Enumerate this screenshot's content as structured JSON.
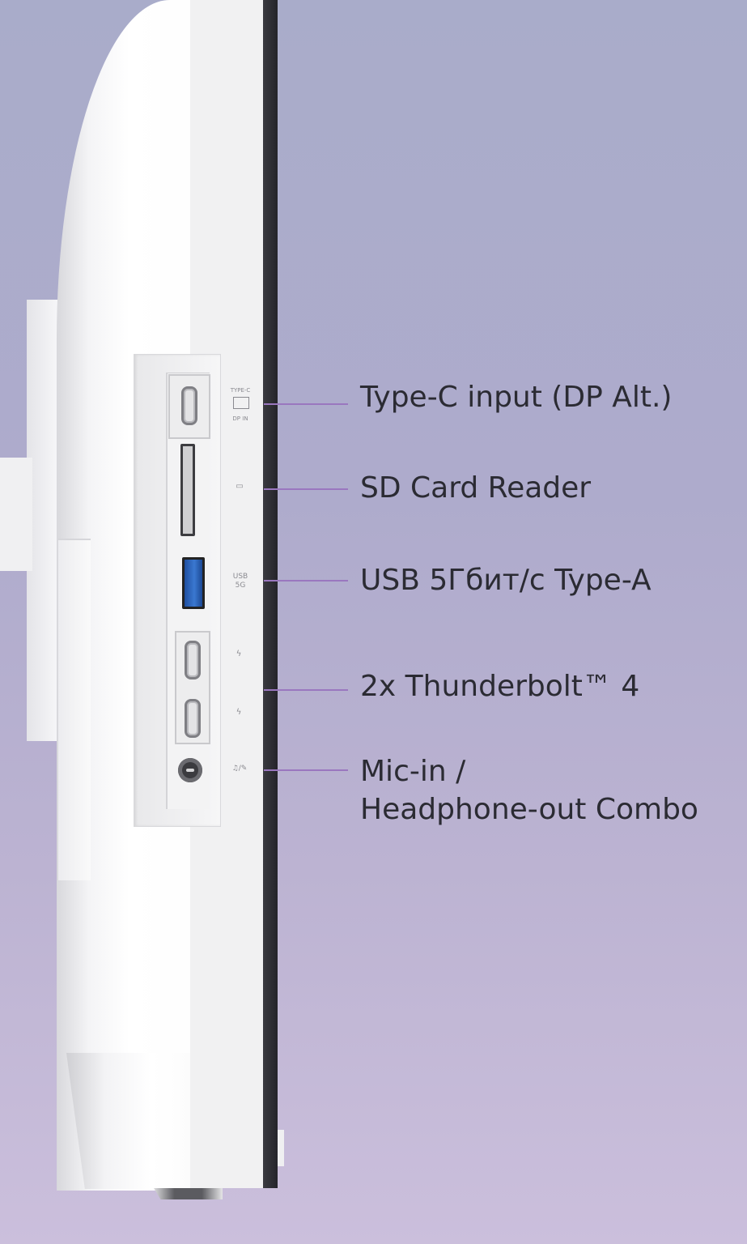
{
  "figure": {
    "subject": "Monitor side profile with I/O ports",
    "accent_line_color": "#9a77bf",
    "background_colors": [
      "#a9acca",
      "#cbbfdc"
    ]
  },
  "port_labels": {
    "typec_top": "TYPE-C",
    "typec_bottom": "DP IN",
    "usb_top": "USB",
    "usb_bottom": "5G",
    "sd_icon": "▭",
    "thunderbolt_icon": "ϟ",
    "audio_icon": "♫/✎"
  },
  "callouts": [
    {
      "id": "typec",
      "label": "Type-C input (DP Alt.)"
    },
    {
      "id": "sd",
      "label": "SD Card Reader"
    },
    {
      "id": "usb",
      "label": "USB 5Гбит/с Type-A"
    },
    {
      "id": "thunderbolt",
      "label": "2x Thunderbolt™ 4"
    },
    {
      "id": "audio",
      "label_line1": "Mic-in /",
      "label_line2": "Headphone-out Combo"
    }
  ]
}
